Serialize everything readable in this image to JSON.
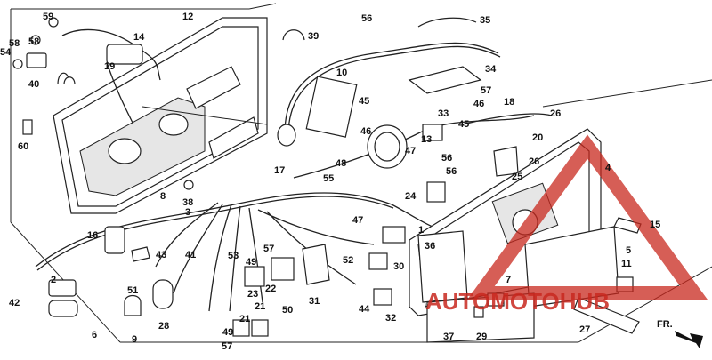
{
  "diagram": {
    "part_numbers": [
      "1",
      "2",
      "3",
      "4",
      "5",
      "6",
      "7",
      "8",
      "9",
      "10",
      "11",
      "12",
      "13",
      "14",
      "15",
      "16",
      "17",
      "18",
      "19",
      "20",
      "21",
      "21",
      "22",
      "23",
      "24",
      "25",
      "26",
      "26",
      "27",
      "28",
      "29",
      "30",
      "31",
      "32",
      "33",
      "34",
      "35",
      "36",
      "37",
      "38",
      "39",
      "40",
      "41",
      "42",
      "43",
      "44",
      "45",
      "45",
      "46",
      "46",
      "47",
      "47",
      "48",
      "49",
      "49",
      "50",
      "51",
      "52",
      "53",
      "54",
      "55",
      "56",
      "56",
      "56",
      "57",
      "57",
      "57",
      "58",
      "58",
      "59",
      "60"
    ]
  },
  "direction_label": "FR.",
  "watermark": {
    "text": "AUTOMOTOHUB",
    "color": "#c8281e"
  },
  "colors": {
    "line": "#222222",
    "background": "#ffffff",
    "watermark": "#c8281e"
  }
}
